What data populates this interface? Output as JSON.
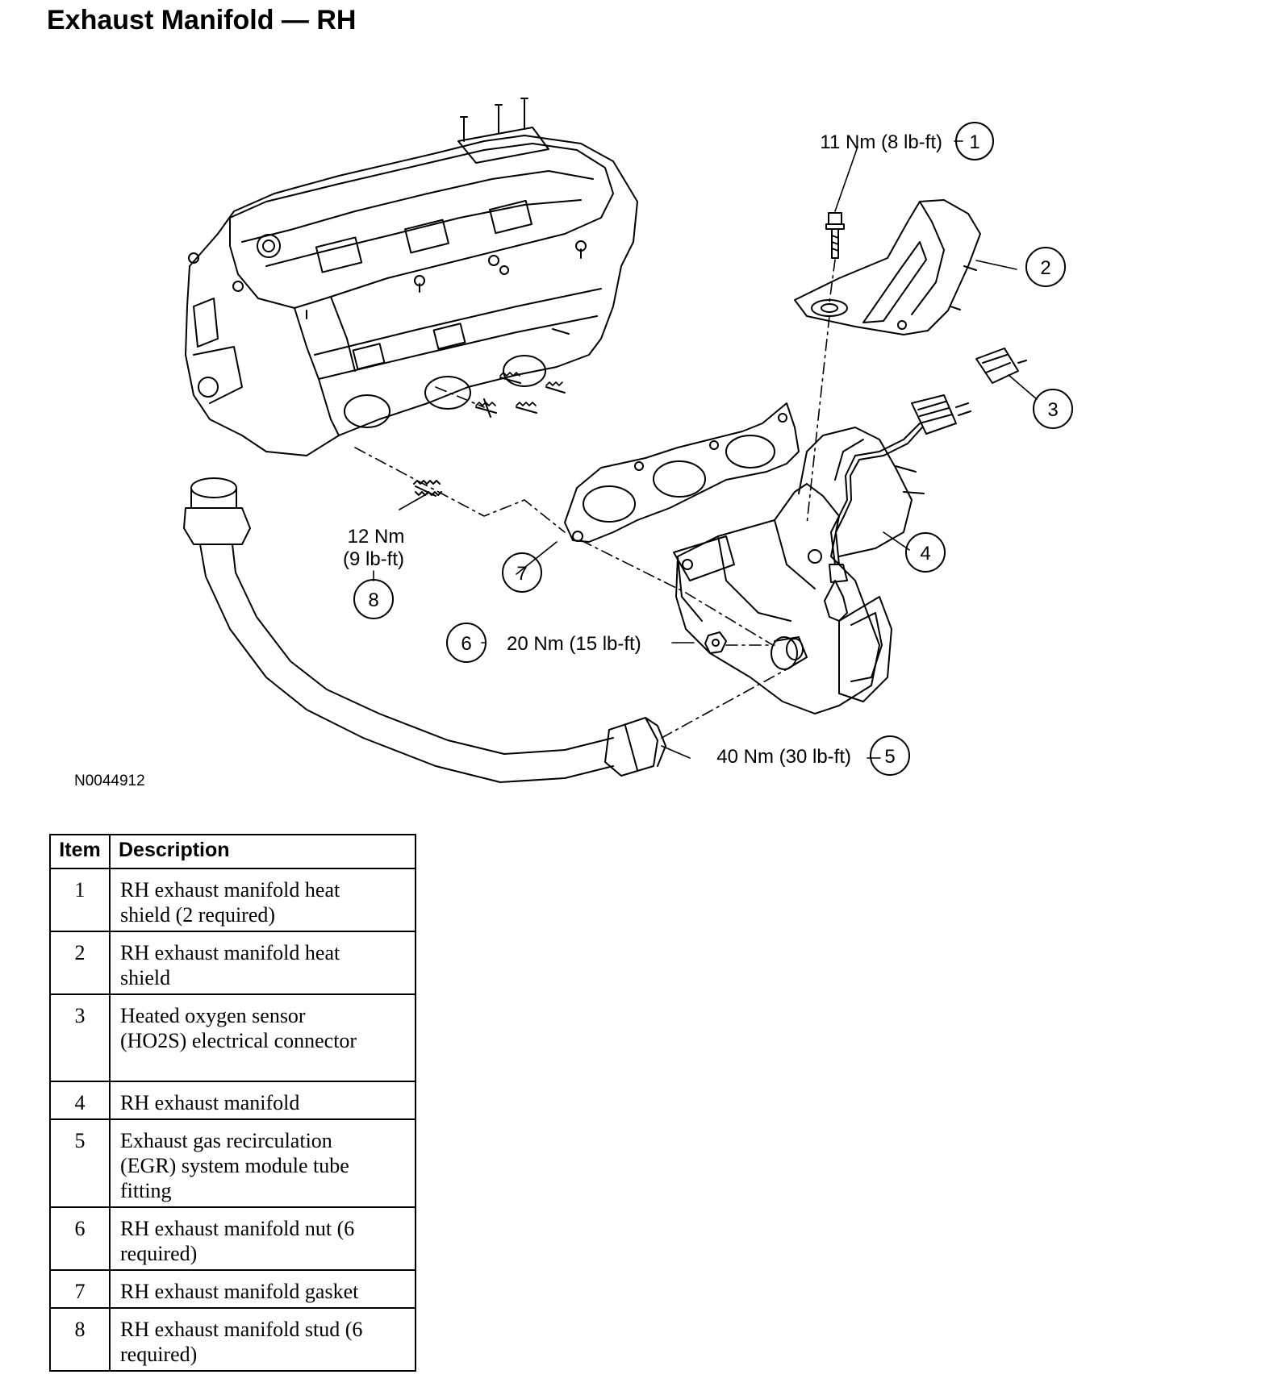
{
  "title": "Exhaust Manifold — RH",
  "figure_id": "N0044912",
  "callouts": [
    {
      "num": "1",
      "torque": "11 Nm (8 lb-ft)"
    },
    {
      "num": "2",
      "torque": ""
    },
    {
      "num": "3",
      "torque": ""
    },
    {
      "num": "4",
      "torque": ""
    },
    {
      "num": "5",
      "torque": "40 Nm (30 lb-ft)"
    },
    {
      "num": "6",
      "torque": "20 Nm (15 lb-ft)"
    },
    {
      "num": "7",
      "torque": ""
    },
    {
      "num": "8",
      "torque_line1": "12 Nm",
      "torque_line2": "(9 lb-ft)"
    }
  ],
  "table": {
    "headers": [
      "Item",
      "Description"
    ],
    "rows": [
      {
        "item": "1",
        "lines": [
          "RH exhaust manifold heat",
          "shield (2 required)"
        ]
      },
      {
        "item": "2",
        "lines": [
          "RH exhaust manifold heat",
          "shield"
        ]
      },
      {
        "item": "3",
        "lines": [
          "Heated oxygen sensor",
          "(HO2S) electrical connector",
          ""
        ]
      },
      {
        "item": "4",
        "lines": [
          "RH exhaust manifold"
        ]
      },
      {
        "item": "5",
        "lines": [
          "Exhaust gas recirculation",
          "(EGR) system module tube",
          "fitting"
        ]
      },
      {
        "item": "6",
        "lines": [
          "RH exhaust manifold nut (6",
          "required)"
        ]
      },
      {
        "item": "7",
        "lines": [
          "RH exhaust manifold gasket"
        ]
      },
      {
        "item": "8",
        "lines": [
          "RH exhaust manifold stud (6",
          "required)"
        ]
      }
    ]
  }
}
